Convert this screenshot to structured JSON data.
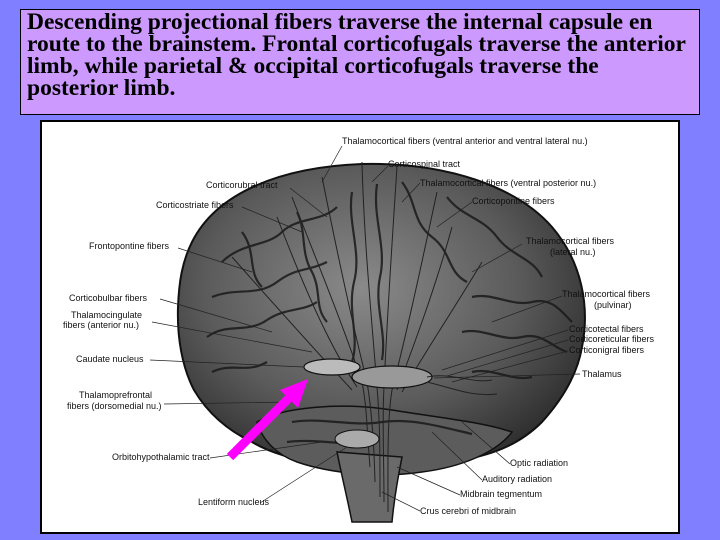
{
  "caption": "Descending projectional fibers traverse the internal capsule en route to the brainstem. Frontal corticofugals traverse the anterior limb, while parietal & occipital corticofugals traverse the posterior limb.",
  "colors": {
    "slide_background": "#7f7fff",
    "caption_background": "#cc99ff",
    "arrow": "#ff00ff"
  },
  "labels": {
    "thalamocortical_va_vl": "Thalamocortical fibers (ventral anterior and ventral lateral nu.)",
    "corticospinal": "Corticospinal tract",
    "corticorubral": "Corticorubral tract",
    "thalamocortical_vp": "Thalamocortical fibers (ventral posterior nu.)",
    "corticostriate": "Corticostriate fibers",
    "corticopontine": "Corticopontine fibers",
    "frontopontine": "Frontopontine fibers",
    "thalamocortical_lateral_1": "Thalamocortical fibers",
    "thalamocortical_lateral_2": "(lateral nu.)",
    "corticobulbar": "Corticobulbar fibers",
    "thalamocortical_pulvinar_1": "Thalamocortical fibers",
    "thalamocortical_pulvinar_2": "(pulvinar)",
    "thalamocingulate_1": "Thalamocingulate",
    "thalamocingulate_2": "fibers (anterior nu.)",
    "corticotectal": "Corticotectal fibers",
    "corticoreticular": "Corticoreticular fibers",
    "corticonigral": "Corticonigral fibers",
    "caudate": "Caudate nucleus",
    "thalamus": "Thalamus",
    "thalamoprefrontal_1": "Thalamoprefrontal",
    "thalamoprefrontal_2": "fibers (dorsomedial nu.)",
    "orbitohypothalamic": "Orbitohypothalamic tract",
    "optic_radiation": "Optic radiation",
    "auditory_radiation": "Auditory radiation",
    "midbrain_tegmentum": "Midbrain tegmentum",
    "lentiform": "Lentiform nucleus",
    "crus_cerebri": "Crus cerebri of midbrain"
  }
}
